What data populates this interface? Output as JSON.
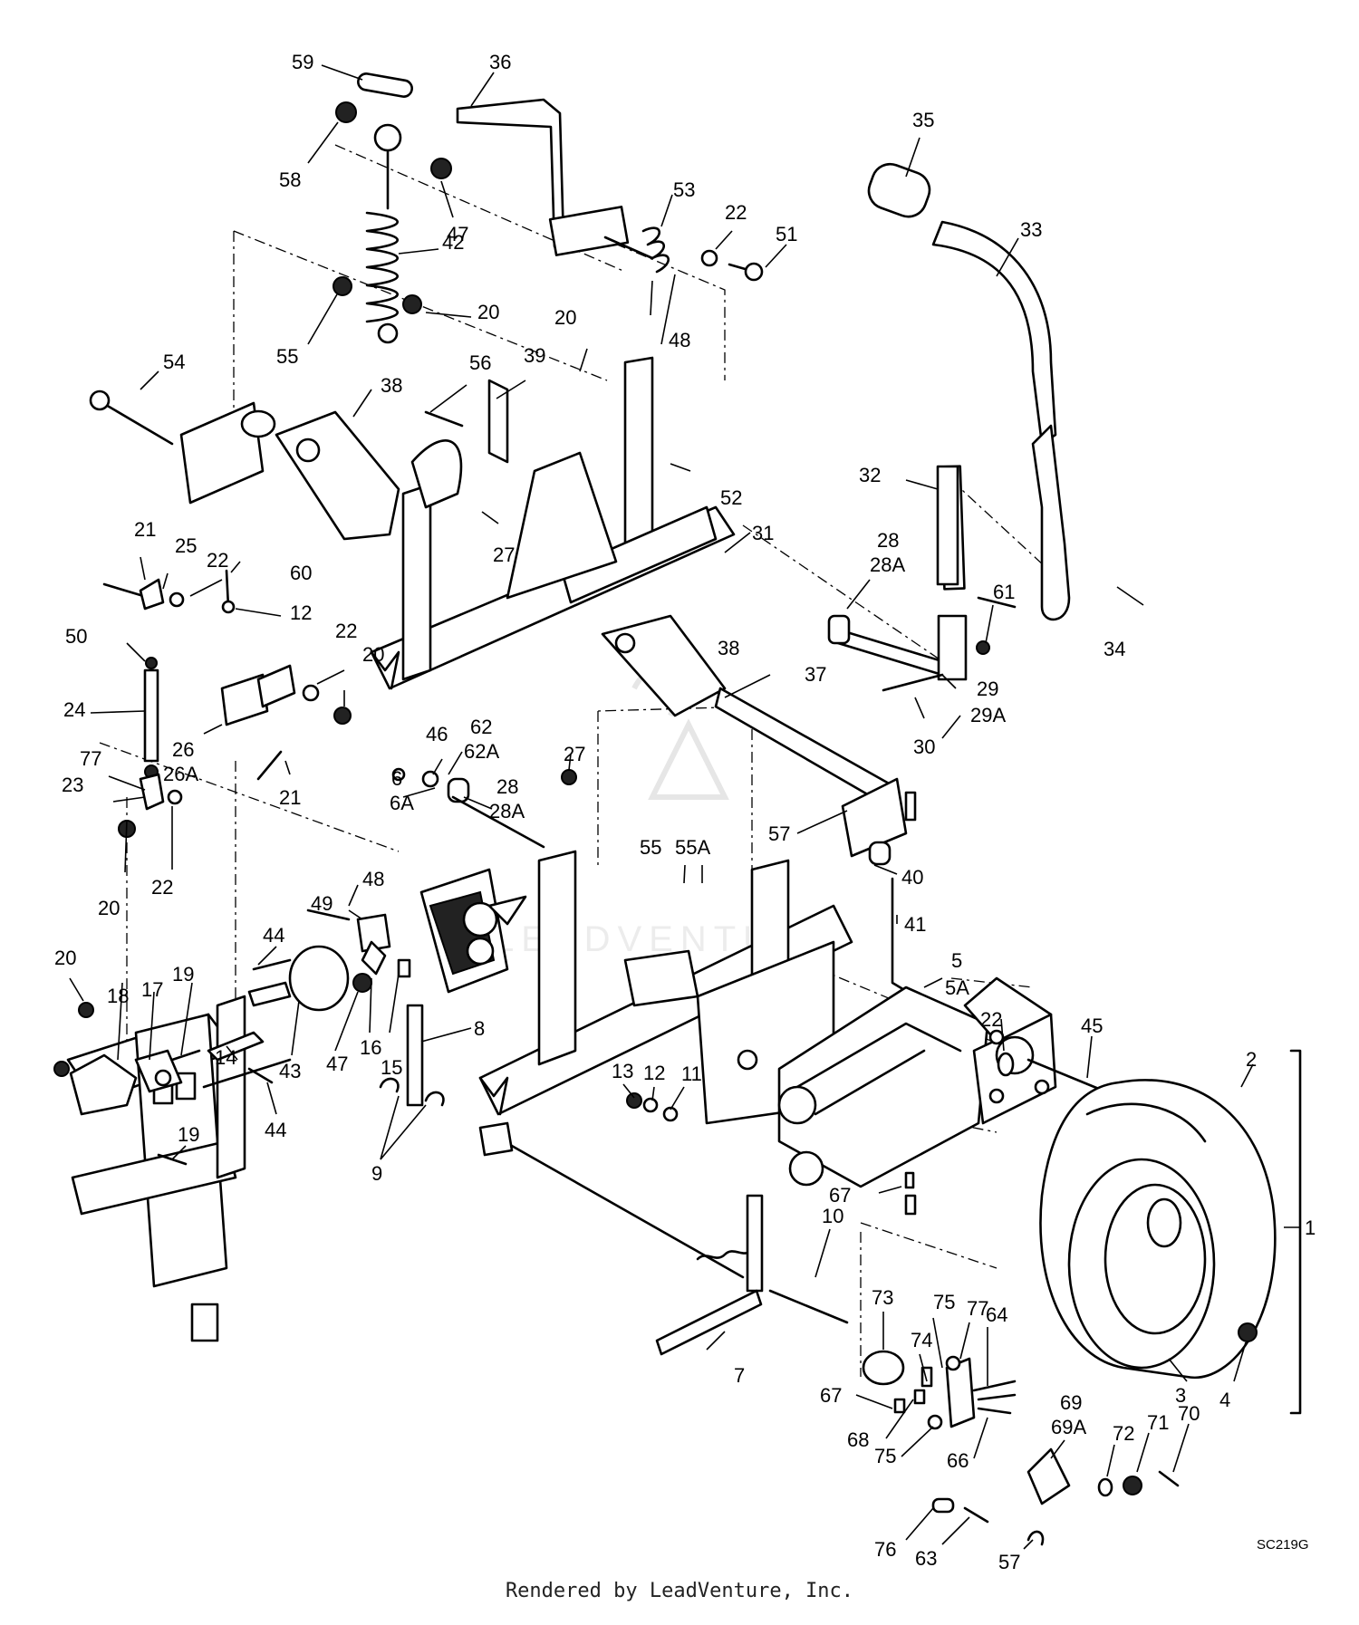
{
  "diagram": {
    "figure_code": "SC219G",
    "watermark_text": "LEADVENTURE",
    "footer": "Rendered by LeadVenture, Inc.",
    "callouts": [
      {
        "id": "59",
        "text": "59"
      },
      {
        "id": "36",
        "text": "36"
      },
      {
        "id": "58",
        "text": "58"
      },
      {
        "id": "47a",
        "text": "47"
      },
      {
        "id": "53",
        "text": "53"
      },
      {
        "id": "22a",
        "text": "22"
      },
      {
        "id": "51",
        "text": "51"
      },
      {
        "id": "35",
        "text": "35"
      },
      {
        "id": "33",
        "text": "33"
      },
      {
        "id": "42",
        "text": "42"
      },
      {
        "id": "55a",
        "text": "55"
      },
      {
        "id": "20a",
        "text": "20"
      },
      {
        "id": "48a",
        "text": "48"
      },
      {
        "id": "20b",
        "text": "20"
      },
      {
        "id": "54",
        "text": "54"
      },
      {
        "id": "38a",
        "text": "38"
      },
      {
        "id": "56",
        "text": "56"
      },
      {
        "id": "39",
        "text": "39"
      },
      {
        "id": "52",
        "text": "52"
      },
      {
        "id": "32",
        "text": "32"
      },
      {
        "id": "27a",
        "text": "27"
      },
      {
        "id": "31",
        "text": "31"
      },
      {
        "id": "21a",
        "text": "21"
      },
      {
        "id": "25",
        "text": "25"
      },
      {
        "id": "22b",
        "text": "22"
      },
      {
        "id": "60",
        "text": "60"
      },
      {
        "id": "12a",
        "text": "12"
      },
      {
        "id": "28a",
        "text": "28"
      },
      {
        "id": "28Aa",
        "text": "28A"
      },
      {
        "id": "61",
        "text": "61"
      },
      {
        "id": "34",
        "text": "34"
      },
      {
        "id": "50",
        "text": "50"
      },
      {
        "id": "22c",
        "text": "22"
      },
      {
        "id": "20c",
        "text": "20"
      },
      {
        "id": "38b",
        "text": "38"
      },
      {
        "id": "37",
        "text": "37"
      },
      {
        "id": "29",
        "text": "29"
      },
      {
        "id": "29A",
        "text": "29A"
      },
      {
        "id": "24",
        "text": "24"
      },
      {
        "id": "26",
        "text": "26"
      },
      {
        "id": "26A",
        "text": "26A"
      },
      {
        "id": "30",
        "text": "30"
      },
      {
        "id": "46",
        "text": "46"
      },
      {
        "id": "62",
        "text": "62"
      },
      {
        "id": "62A",
        "text": "62A"
      },
      {
        "id": "77a",
        "text": "77"
      },
      {
        "id": "23",
        "text": "23"
      },
      {
        "id": "21b",
        "text": "21"
      },
      {
        "id": "6",
        "text": "6"
      },
      {
        "id": "6A",
        "text": "6A"
      },
      {
        "id": "28b",
        "text": "28"
      },
      {
        "id": "28Ab",
        "text": "28A"
      },
      {
        "id": "27b",
        "text": "27"
      },
      {
        "id": "57a",
        "text": "57"
      },
      {
        "id": "20d",
        "text": "20"
      },
      {
        "id": "22d",
        "text": "22"
      },
      {
        "id": "55b",
        "text": "55"
      },
      {
        "id": "55A",
        "text": "55A"
      },
      {
        "id": "40",
        "text": "40"
      },
      {
        "id": "48b",
        "text": "48"
      },
      {
        "id": "49",
        "text": "49"
      },
      {
        "id": "41",
        "text": "41"
      },
      {
        "id": "44a",
        "text": "44"
      },
      {
        "id": "5",
        "text": "5"
      },
      {
        "id": "5A",
        "text": "5A"
      },
      {
        "id": "20e",
        "text": "20"
      },
      {
        "id": "19a",
        "text": "19"
      },
      {
        "id": "18",
        "text": "18"
      },
      {
        "id": "17",
        "text": "17"
      },
      {
        "id": "16",
        "text": "16"
      },
      {
        "id": "8",
        "text": "8"
      },
      {
        "id": "22e",
        "text": "22"
      },
      {
        "id": "45",
        "text": "45"
      },
      {
        "id": "2",
        "text": "2"
      },
      {
        "id": "15",
        "text": "15"
      },
      {
        "id": "14",
        "text": "14"
      },
      {
        "id": "43",
        "text": "43"
      },
      {
        "id": "47b",
        "text": "47"
      },
      {
        "id": "13",
        "text": "13"
      },
      {
        "id": "12b",
        "text": "12"
      },
      {
        "id": "11",
        "text": "11"
      },
      {
        "id": "19b",
        "text": "19"
      },
      {
        "id": "44b",
        "text": "44"
      },
      {
        "id": "9",
        "text": "9"
      },
      {
        "id": "67a",
        "text": "67"
      },
      {
        "id": "1",
        "text": "1"
      },
      {
        "id": "10",
        "text": "10"
      },
      {
        "id": "73",
        "text": "73"
      },
      {
        "id": "75a",
        "text": "75"
      },
      {
        "id": "74",
        "text": "74"
      },
      {
        "id": "77b",
        "text": "77"
      },
      {
        "id": "64",
        "text": "64"
      },
      {
        "id": "7",
        "text": "7"
      },
      {
        "id": "3",
        "text": "3"
      },
      {
        "id": "4",
        "text": "4"
      },
      {
        "id": "69",
        "text": "69"
      },
      {
        "id": "69A",
        "text": "69A"
      },
      {
        "id": "67b",
        "text": "67"
      },
      {
        "id": "68",
        "text": "68"
      },
      {
        "id": "75b",
        "text": "75"
      },
      {
        "id": "66",
        "text": "66"
      },
      {
        "id": "72",
        "text": "72"
      },
      {
        "id": "71",
        "text": "71"
      },
      {
        "id": "70",
        "text": "70"
      },
      {
        "id": "76",
        "text": "76"
      },
      {
        "id": "63",
        "text": "63"
      },
      {
        "id": "57b",
        "text": "57"
      }
    ]
  }
}
